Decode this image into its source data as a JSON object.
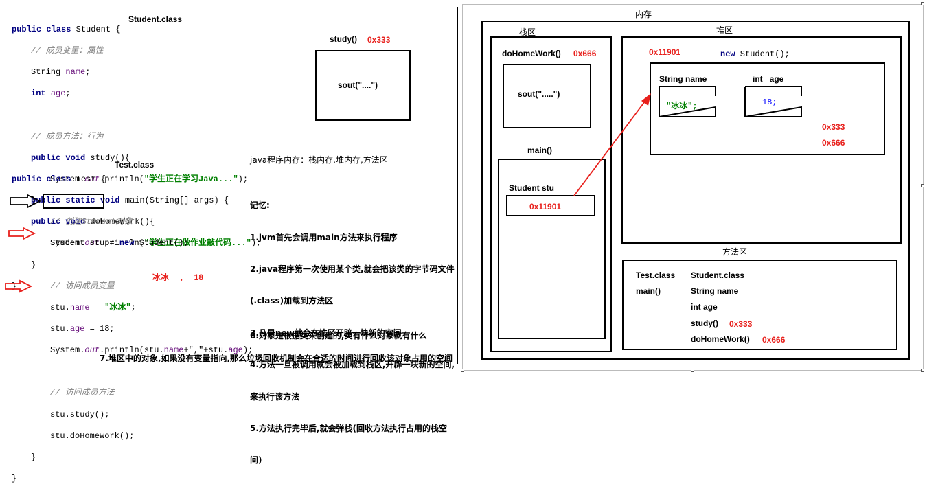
{
  "student_code": {
    "header": [
      "public class",
      " Student {"
    ],
    "comment_fields": "// 成员变量：属性",
    "field_name": [
      "String ",
      "name",
      ";"
    ],
    "field_age": [
      "int ",
      "age",
      ";"
    ],
    "comment_methods": "// 成员方法：行为",
    "study_sig": [
      "public void",
      " study(){"
    ],
    "study_body": [
      "System.",
      "out",
      ".println(",
      "\"学生正在学习Java...\"",
      ");"
    ],
    "brace_inner": "}",
    "homework_sig": [
      "public void",
      " doHomeWork(){"
    ],
    "homework_body": [
      "System.",
      "out",
      ".println(",
      "\"学生正在做作业敲代码...\"",
      ");"
    ],
    "brace_inner2": "}",
    "brace_outer": "}",
    "class_label": "Student.class"
  },
  "test_code": {
    "header": [
      "public class",
      " Test {"
    ],
    "main_sig": [
      "public static void",
      " main(String[] args) {"
    ],
    "comment_create": "// 创建Student对象",
    "create_line": [
      "Student stu = ",
      "new",
      " Student();"
    ],
    "comment_access_var": "// 访问成员变量",
    "set_name": [
      "stu.",
      "name",
      " = ",
      "\"冰冰\"",
      ";"
    ],
    "set_age": [
      "stu.",
      "age",
      " = 18;"
    ],
    "print_line": [
      "System.",
      "out",
      ".println(stu.",
      "name",
      "+\",\"+stu.",
      "age",
      ");"
    ],
    "comment_access_method": "// 访问成员方法",
    "call_study": "stu.study();",
    "call_homework": "stu.doHomeWork();",
    "brace_inner": "}",
    "brace_outer": "}",
    "class_label": "Test.class",
    "output_annotation": "冰冰     ,     18"
  },
  "study_box": {
    "title": "study()",
    "address": "0x333",
    "content": "sout(\"....\")"
  },
  "notes": {
    "memory_line": "java程序内存：栈内存,堆内存,方法区",
    "remember": "记忆:",
    "items": [
      "1.jvm首先会调用main方法来执行程序",
      "2.java程序第一次使用某个类,就会把该类的字节码文件",
      "(.class)加载到方法区",
      "3.凡是new就会在堆区开辟一块新的空间",
      "4.方法一旦被调用就会被加载到栈区,开辟一块新的空间,",
      "来执行该方法",
      "5.方法执行完毕后,就会弹栈(回收方法执行占用的栈空",
      "间)",
      "6.对象是根据类来创建的,类有什么对象就有什么"
    ],
    "item7": "7.堆区中的对象,如果没有变量指向,那么垃圾回收机制会在合适的时间进行回收该对象占用的空间"
  },
  "memory": {
    "title": "内存",
    "stack": {
      "title": "栈区",
      "homework_title": "doHomeWork()",
      "homework_addr": "0x666",
      "homework_content": "sout(\".....\")",
      "main_title": "main()",
      "var_label": "Student stu",
      "var_value": "0x11901"
    },
    "heap": {
      "title": "堆区",
      "address": "0x11901",
      "new_expr": [
        "new",
        " Student();"
      ],
      "name_label": "String name",
      "name_value": "\"冰冰\";",
      "age_label": "int   age",
      "age_value": "18;",
      "ref1": "0x333",
      "ref2": "0x666"
    },
    "method_area": {
      "title": "方法区",
      "test_class": "Test.class",
      "test_main": "main()",
      "student_class": "Student.class",
      "student_name": "String name",
      "student_age": "int age",
      "student_study": "study()",
      "study_addr": "0x333",
      "student_homework": "doHomeWork()",
      "homework_addr": "0x666"
    }
  },
  "colors": {
    "red": "#e8201c",
    "keyword": "#000080",
    "string": "#008000",
    "comment": "#808080",
    "field": "#660e7a"
  }
}
